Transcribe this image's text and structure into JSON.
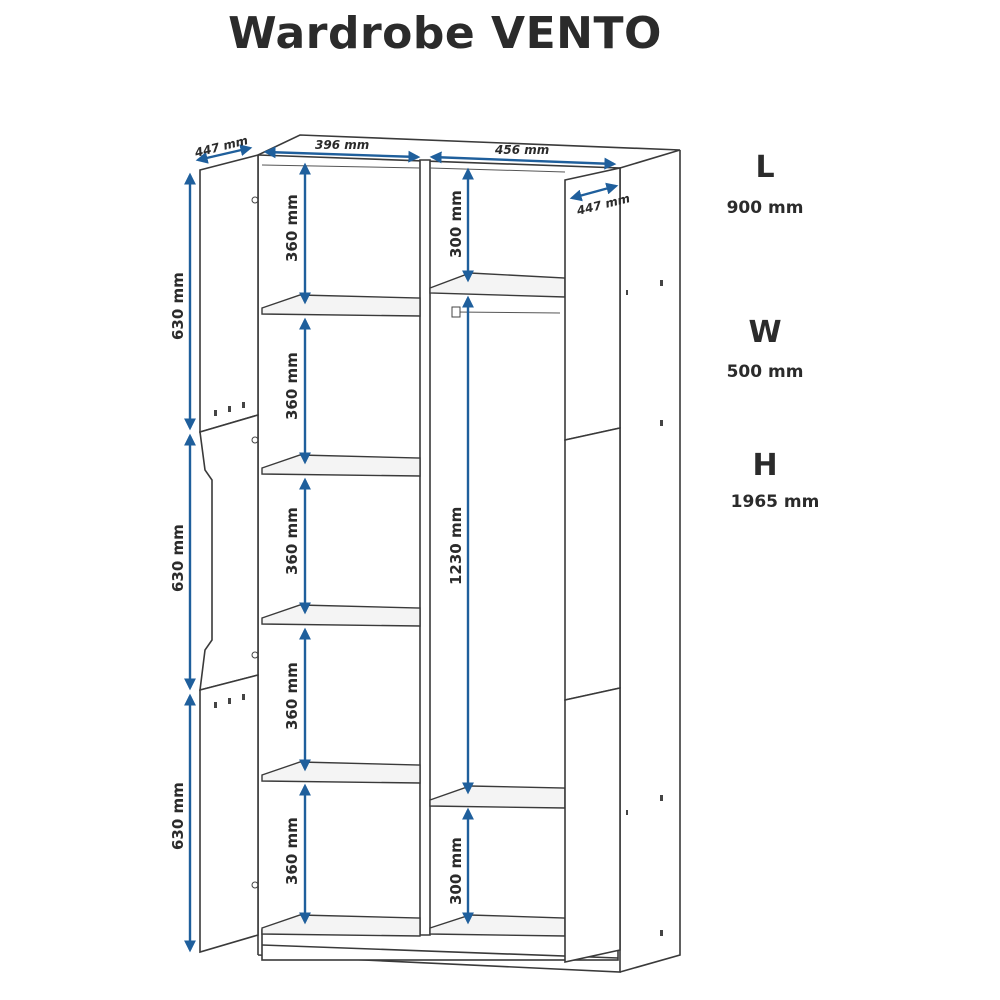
{
  "title": "Wardrobe VENTO",
  "specs": [
    {
      "letter": "L",
      "value": "900 mm"
    },
    {
      "letter": "W",
      "value": "500 mm"
    },
    {
      "letter": "H",
      "value": "1965 mm"
    }
  ],
  "dimensions": {
    "left_door_depth": "447 mm",
    "right_door_depth": "447 mm",
    "left_section_width": "396 mm",
    "right_section_width": "456 mm",
    "door_segments": [
      "630 mm",
      "630 mm",
      "630 mm"
    ],
    "left_shelf_heights": [
      "360 mm",
      "360 mm",
      "360 mm",
      "360 mm",
      "360 mm"
    ],
    "right_top": "300 mm",
    "right_hanging": "1230 mm",
    "right_bottom": "300 mm"
  },
  "colors": {
    "dimension_arrow": "#1f5f9c",
    "outline": "#3a3a3a"
  }
}
